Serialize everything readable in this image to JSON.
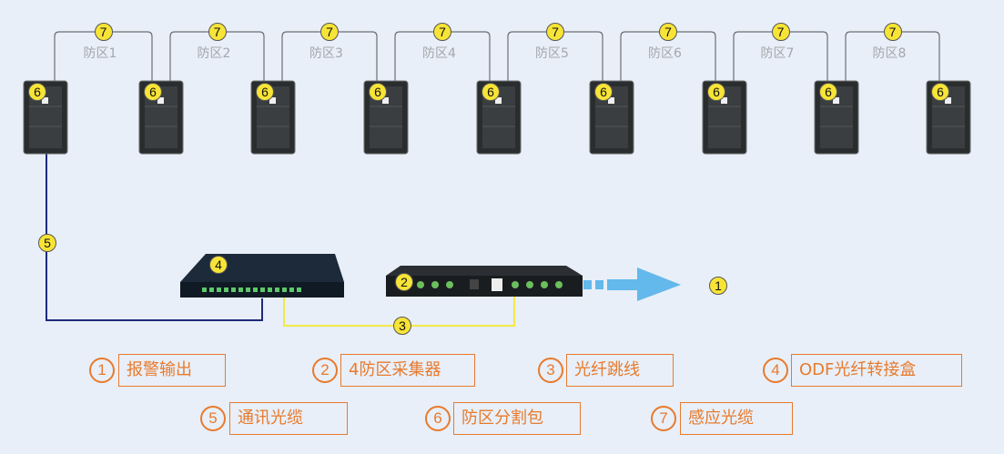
{
  "zones": [
    "防区1",
    "防区2",
    "防区3",
    "防区4",
    "防区5",
    "防区6",
    "防区7",
    "防区8"
  ],
  "markers": {
    "alarm_output": "1",
    "collector": "2",
    "jumper": "3",
    "odf": "4",
    "cable": "5",
    "splitter": "6",
    "sensing": "7"
  },
  "legend": [
    {
      "num": "1",
      "label": "报警输出"
    },
    {
      "num": "2",
      "label": "4防区采集器"
    },
    {
      "num": "3",
      "label": "光纤跳线"
    },
    {
      "num": "4",
      "label": "ODF光纤转接盒"
    },
    {
      "num": "5",
      "label": "通讯光缆"
    },
    {
      "num": "6",
      "label": "防区分割包"
    },
    {
      "num": "7",
      "label": "感应光缆"
    }
  ],
  "colors": {
    "background": "#e8eff8",
    "badge": "#f7e436",
    "legend": "#e87a2d",
    "cable": "#1f2a7a",
    "jumper": "#f2e84a",
    "arrow": "#63b8ec",
    "zone_text": "#a3a7ad"
  }
}
